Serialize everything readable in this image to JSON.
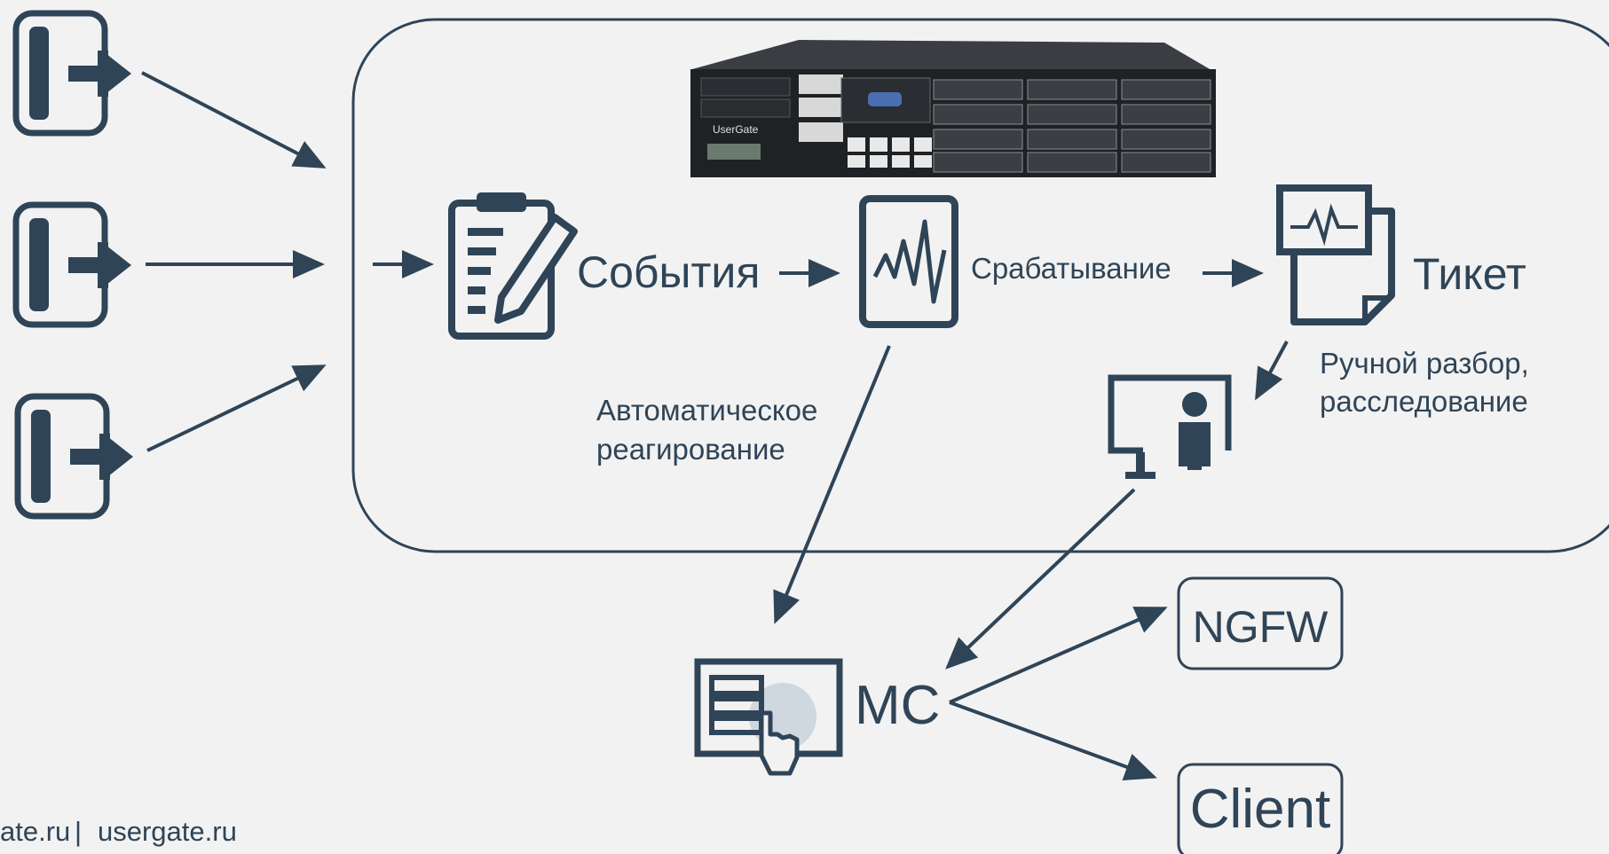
{
  "nodes": {
    "events": "События",
    "trigger": "Срабатывание",
    "ticket": "Тикет",
    "auto_response": [
      "Автоматическое",
      "реагирование"
    ],
    "manual_review": [
      "Ручной разбор,",
      "расследование"
    ],
    "mc": "MC",
    "ngfw": "NGFW",
    "client": "Client"
  },
  "device": {
    "brand": "UserGate"
  },
  "footer": {
    "left": "ate.ru",
    "separator": "|",
    "right": "usergate.ru"
  },
  "colors": {
    "accent": "#2f4457",
    "background": "#f2f2f2"
  }
}
